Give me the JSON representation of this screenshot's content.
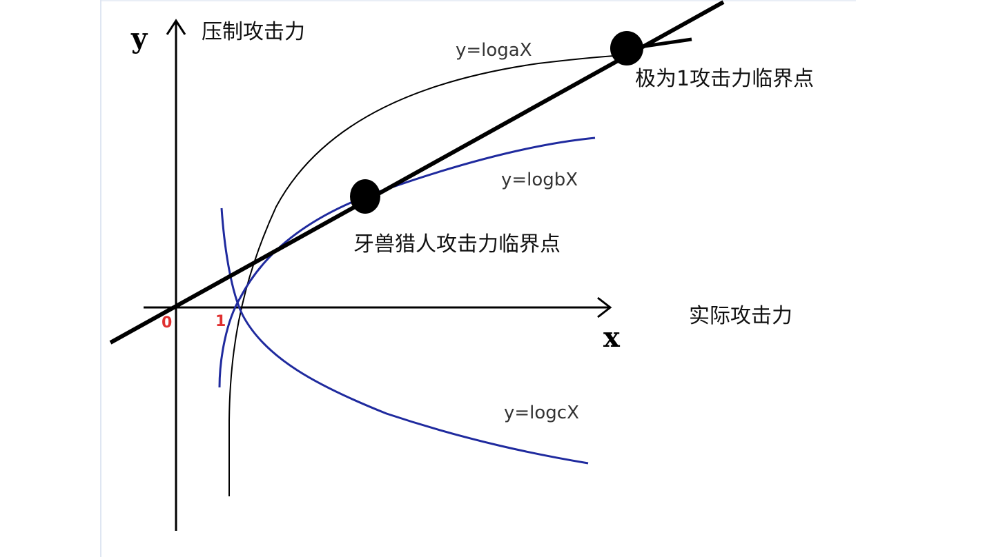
{
  "axes": {
    "x_letter": "x",
    "y_letter": "y",
    "x_label": "实际攻击力",
    "y_label": "压制攻击力",
    "origin_tick": "0",
    "one_tick": "1"
  },
  "curves": [
    {
      "id": "a",
      "label": "y=logaX",
      "color": "#000000"
    },
    {
      "id": "b",
      "label": "y=logbX",
      "color": "#1f2a9e"
    },
    {
      "id": "c",
      "label": "y=logcX",
      "color": "#1f2a9e"
    }
  ],
  "points": {
    "extreme": "极为1攻击力临界点",
    "hunter": "牙兽猎人攻击力临界点"
  },
  "colors": {
    "axis": "#000000",
    "blue_curve": "#1f2a9e",
    "tick_red": "#e03030",
    "frame": "#dfe6f2"
  }
}
